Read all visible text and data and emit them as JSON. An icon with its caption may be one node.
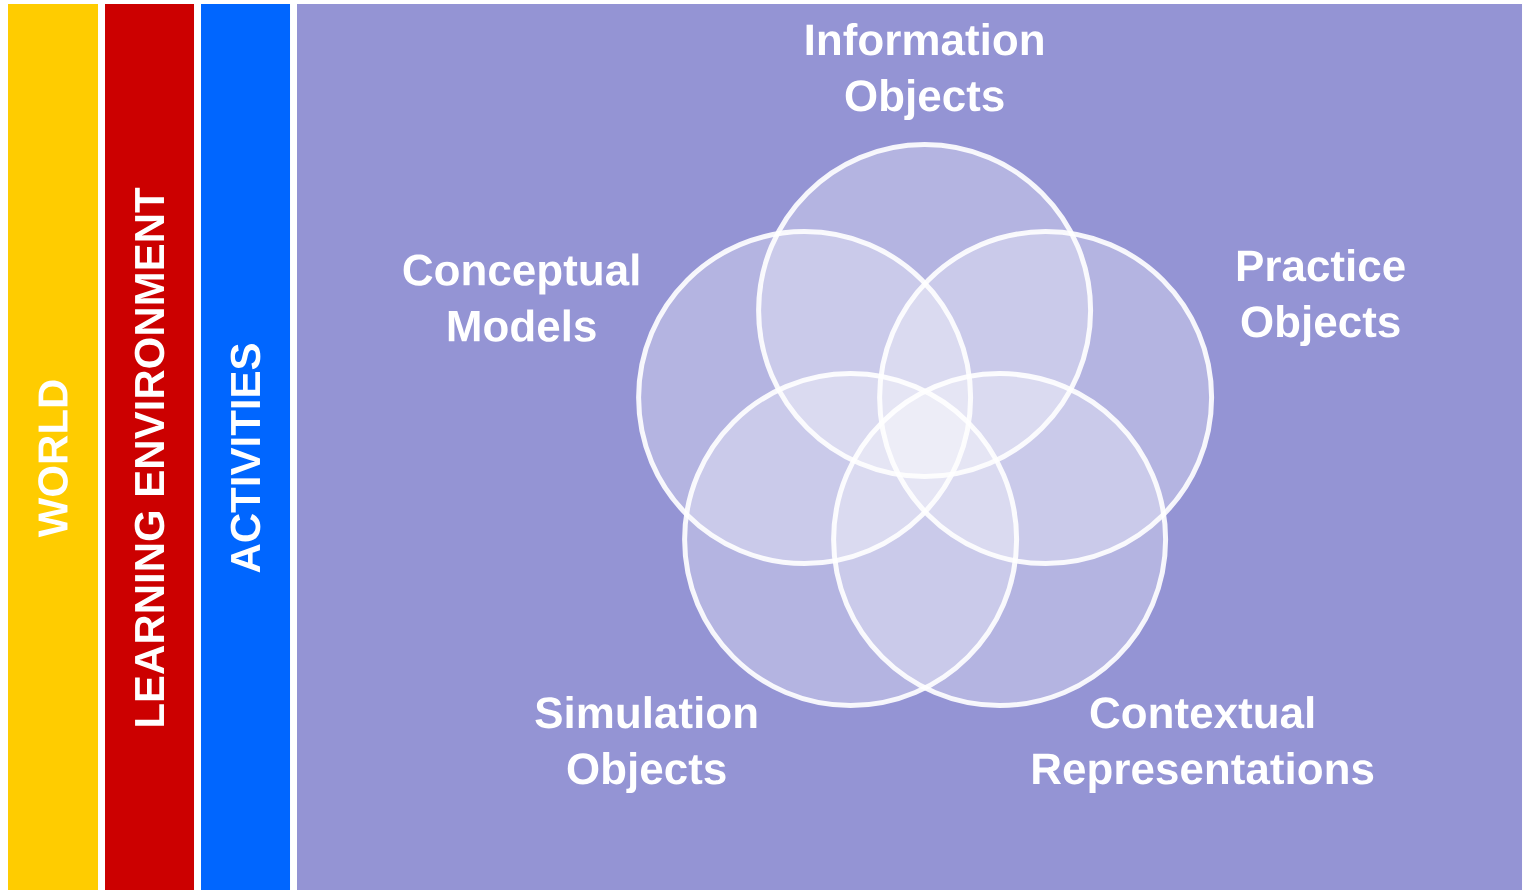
{
  "diagram": {
    "nodes": [
      {
        "text": [
          "WORLD"
        ]
      },
      {
        "text": [
          "LEARNING ENVIRONMENT"
        ]
      },
      {
        "text": [
          "ACTIVITIES"
        ]
      },
      {
        "text": [],
        "shape": "box"
      },
      {
        "text": [
          "Information Objects"
        ],
        "in": 3
      },
      {
        "text": [
          "Conceptual Models"
        ],
        "in": 3
      },
      {
        "text": [
          "Practice Objects"
        ],
        "in": 3
      },
      {
        "text": [
          "Simulation Objects"
        ],
        "in": 3
      },
      {
        "text": [
          "Contextual Representations"
        ],
        "in": 3
      }
    ]
  }
}
